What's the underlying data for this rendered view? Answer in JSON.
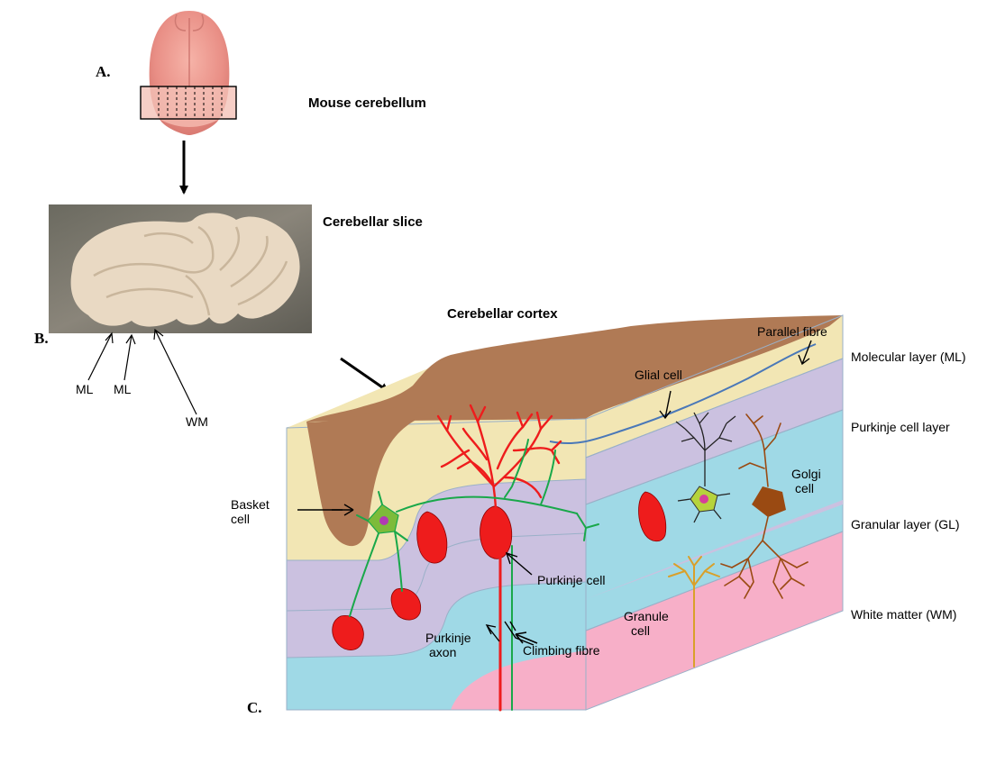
{
  "panels": {
    "a": "A.",
    "b": "B.",
    "c": "C."
  },
  "titles": {
    "mouse_cerebellum": "Mouse cerebellum",
    "cerebellar_slice": "Cerebellar slice",
    "cerebellar_cortex": "Cerebellar cortex"
  },
  "slice_labels": {
    "ml_1": "ML",
    "ml_2": "ML",
    "wm": "WM"
  },
  "layer_labels": {
    "molecular": "Molecular layer (ML)",
    "purkinje": "Purkinje cell layer",
    "granular": "Granular layer (GL)",
    "white_matter": "White matter (WM)"
  },
  "cell_labels": {
    "parallel_fibre": "Parallel fibre",
    "glial_cell": "Glial cell",
    "golgi_1": "Golgi",
    "golgi_2": "cell",
    "basket_1": "Basket",
    "basket_2": "cell",
    "purkinje_cell": "Purkinje cell",
    "granule_1": "Granule",
    "granule_2": "cell",
    "purkinje_axon_1": "Purkinje",
    "purkinje_axon_2": "axon",
    "climbing_fibre": "Climbing fibre"
  },
  "colors": {
    "molecular_layer": "#f2e6b4",
    "purkinje_layer": "#cbc1e0",
    "granular_layer": "#9fd9e6",
    "white_matter": "#f7afc8",
    "pia_surface": "#b07a55",
    "purkinje_red": "#ee1c1c",
    "fibre_green": "#19a84a",
    "golgi_brown": "#9a4a12",
    "granule_gold": "#d9a02a",
    "parallel_blue": "#4a78b8"
  }
}
